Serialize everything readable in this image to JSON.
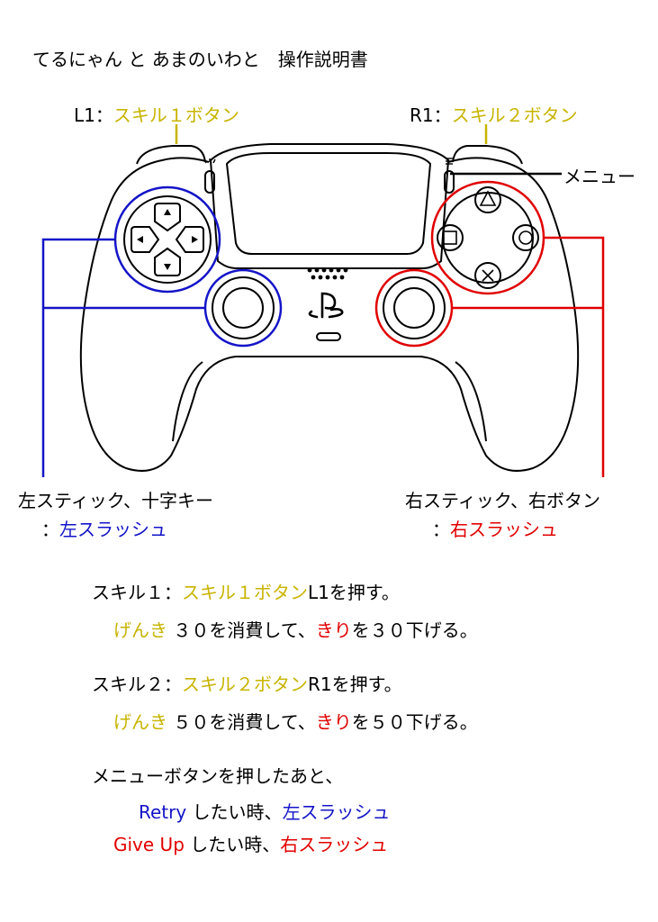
{
  "title": "てるにゃん と あまのいわと　操作説明書",
  "labels": {
    "l1_key": "L1：",
    "l1_action": "スキル１ボタン",
    "r1_key": "R1：",
    "r1_action": "スキル２ボタン",
    "menu": "メニュー",
    "left_title": "左スティック、十字キー",
    "left_colon": "：",
    "left_action": "左スラッシュ",
    "right_title": "右スティック、右ボタン",
    "right_colon": "：",
    "right_action": "右スラッシュ"
  },
  "instructions": {
    "skill1": {
      "prefix": "スキル１：",
      "button": "スキル１ボタン",
      "suffix": "L1を押す。",
      "cost_word": "げんき",
      "cost_text": "３０を消費して、",
      "target_word": "きり",
      "target_text": "を３０下げる。"
    },
    "skill2": {
      "prefix": "スキル２：",
      "button": "スキル２ボタン",
      "suffix": "R1を押す。",
      "cost_word": "げんき",
      "cost_text": "５０を消費して、",
      "target_word": "きり",
      "target_text": "を５０下げる。"
    },
    "menu": {
      "line": "メニューボタンを押したあと、",
      "retry_word": "Retry",
      "retry_text": "したい時、",
      "retry_action": "左スラッシュ",
      "giveup_word": "Give Up",
      "giveup_text": "したい時、",
      "giveup_action": "右スラッシュ"
    }
  },
  "colors": {
    "yellow": "#c8b400",
    "blue": "#1414c8",
    "red": "#e10000"
  }
}
